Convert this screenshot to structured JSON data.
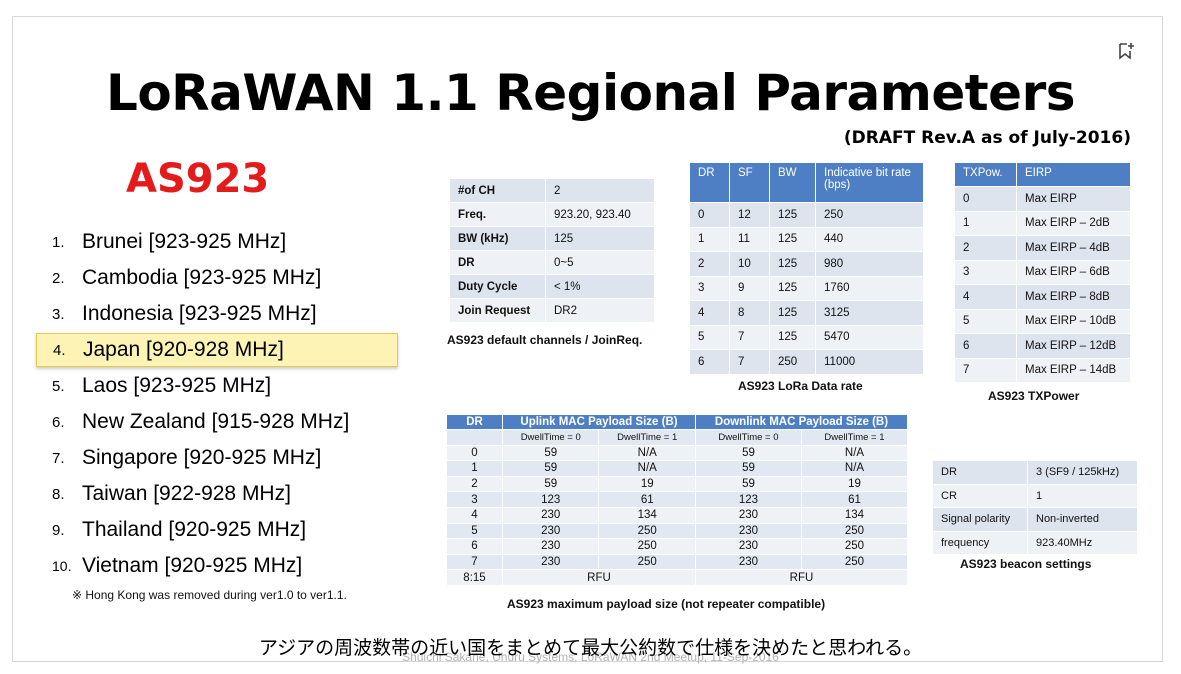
{
  "title": "LoRaWAN 1.1 Regional Parameters",
  "draft": "(DRAFT Rev.A as of July-2016)",
  "region": "AS923",
  "countries": [
    {
      "num": "1.",
      "name": "Brunei [923-925 MHz]"
    },
    {
      "num": "2.",
      "name": "Cambodia [923-925 MHz]"
    },
    {
      "num": "3.",
      "name": "Indonesia [923-925 MHz]"
    },
    {
      "num": "4.",
      "name": "Japan [920-928 MHz]"
    },
    {
      "num": "5.",
      "name": "Laos [923-925 MHz]"
    },
    {
      "num": "6.",
      "name": "New Zealand [915-928 MHz]"
    },
    {
      "num": "7.",
      "name": "Singapore [920-925 MHz]"
    },
    {
      "num": "8.",
      "name": "Taiwan [922-928 MHz]"
    },
    {
      "num": "9.",
      "name": "Thailand [920-925 MHz]"
    },
    {
      "num": "10.",
      "name": "Vietnam [920-925 MHz]"
    }
  ],
  "hk_note": "※ Hong Kong was removed during ver1.0 to ver1.1.",
  "default_channels": {
    "rows": [
      [
        "#of CH",
        "2"
      ],
      [
        "Freq.",
        "923.20, 923.40"
      ],
      [
        "BW (kHz)",
        "125"
      ],
      [
        "DR",
        "0~5"
      ],
      [
        "Duty Cycle",
        "< 1%"
      ],
      [
        "Join Request",
        "DR2"
      ]
    ],
    "caption": "AS923 default channels / JoinReq."
  },
  "data_rate": {
    "headers": [
      "DR",
      "SF",
      "BW",
      "Indicative bit rate (bps)"
    ],
    "rows": [
      [
        "0",
        "12",
        "125",
        "250"
      ],
      [
        "1",
        "11",
        "125",
        "440"
      ],
      [
        "2",
        "10",
        "125",
        "980"
      ],
      [
        "3",
        "9",
        "125",
        "1760"
      ],
      [
        "4",
        "8",
        "125",
        "3125"
      ],
      [
        "5",
        "7",
        "125",
        "5470"
      ],
      [
        "6",
        "7",
        "250",
        "11000"
      ]
    ],
    "caption": "AS923 LoRa Data rate"
  },
  "txpower": {
    "headers": [
      "TXPow.",
      "EIRP"
    ],
    "rows": [
      [
        "0",
        "Max EIRP"
      ],
      [
        "1",
        "Max EIRP – 2dB"
      ],
      [
        "2",
        "Max EIRP – 4dB"
      ],
      [
        "3",
        "Max EIRP – 6dB"
      ],
      [
        "4",
        "Max EIRP – 8dB"
      ],
      [
        "5",
        "Max EIRP – 10dB"
      ],
      [
        "6",
        "Max EIRP – 12dB"
      ],
      [
        "7",
        "Max EIRP – 14dB"
      ]
    ],
    "caption": "AS923 TXPower"
  },
  "payload": {
    "headers": [
      "DR",
      "Uplink MAC Payload Size (B)",
      "Downlink MAC Payload Size (B)"
    ],
    "subheaders": [
      "DwellTime = 0",
      "DwellTime  = 1",
      "DwellTime = 0",
      "DwellTime  = 1"
    ],
    "rows": [
      [
        "0",
        "59",
        "N/A",
        "59",
        "N/A"
      ],
      [
        "1",
        "59",
        "N/A",
        "59",
        "N/A"
      ],
      [
        "2",
        "59",
        "19",
        "59",
        "19"
      ],
      [
        "3",
        "123",
        "61",
        "123",
        "61"
      ],
      [
        "4",
        "230",
        "134",
        "230",
        "134"
      ],
      [
        "5",
        "230",
        "250",
        "230",
        "250"
      ],
      [
        "6",
        "230",
        "250",
        "230",
        "250"
      ],
      [
        "7",
        "230",
        "250",
        "230",
        "250"
      ]
    ],
    "last_row": [
      "8:15",
      "RFU",
      "RFU"
    ],
    "caption": "AS923 maximum payload size (not repeater compatible)"
  },
  "beacon": {
    "rows": [
      [
        "DR",
        "3  (SF9 / 125kHz)"
      ],
      [
        "CR",
        "1"
      ],
      [
        "Signal polarity",
        "Non-inverted"
      ],
      [
        "frequency",
        "923.40MHz"
      ]
    ],
    "caption": "AS923 beacon settings"
  },
  "footer_jp": "アジアの周波数帯の近い国をまとめて最大公約数で仕様を決めたと思われる。",
  "footer_credit": "Shuichi Sakane, Uhuru Systems, LoRaWAN 2nd Meetup, 11-Sep-2016",
  "colors": {
    "accent": "#4e7fc4",
    "region_red": "#e31b1b",
    "highlight": "#fdf3b4"
  }
}
